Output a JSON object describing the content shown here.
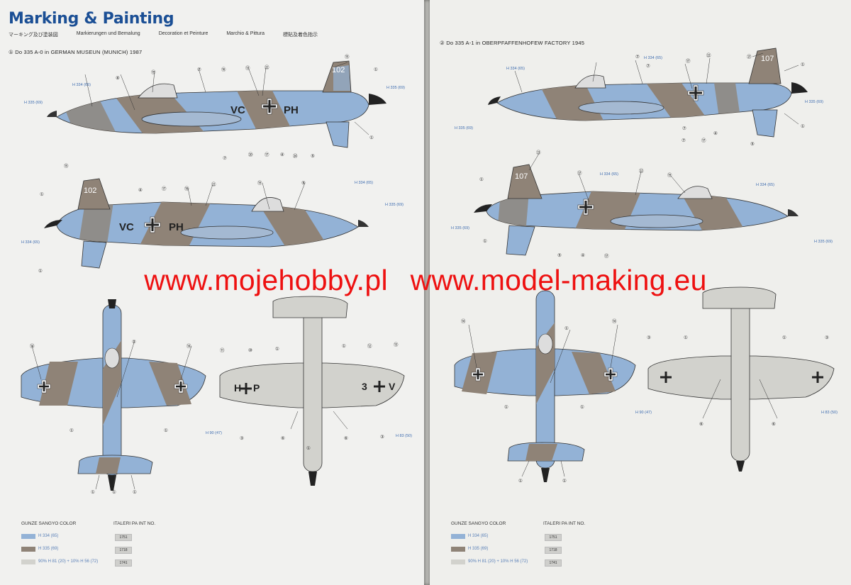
{
  "header": {
    "title": "Marking & Painting",
    "subtitles": [
      "マーキング及び塗装図",
      "Markierungen und Bemalung",
      "Decoration et Peinture",
      "Marchio & Pittura",
      "標貼及着色指示"
    ]
  },
  "schemes": [
    {
      "num": "①",
      "caption": "Do 335 A-0 in GERMAN MUSEUN (MUNICH) 1987",
      "code": "102",
      "fuselage_left": "VC",
      "fuselage_right": "PH"
    },
    {
      "num": "②",
      "caption": "Do 335 A-1 in OBERPFAFFENHOFEW FACTORY 1945",
      "code": "107"
    }
  ],
  "legend": {
    "gunze_header": "GUNZE SANGYO COLOR",
    "italeri_header": "ITALERI PA INT NO.",
    "rows": [
      {
        "gunze": "H 334 (65)",
        "italeri": "1751",
        "color": "#93b2d6"
      },
      {
        "gunze": "H 335 (69)",
        "italeri": "1718",
        "color": "#8f8377"
      },
      {
        "gunze": "90% H 81 (20) + 10% H 56 (72)",
        "italeri": "1741",
        "color": "#d2d2cd"
      }
    ]
  },
  "colors": {
    "rlm65": "#93b2d6",
    "rlm81": "#8f8377",
    "rlm76": "#d2d2cd",
    "title": "#1b4f95",
    "watermark": "#ee1111"
  },
  "watermark": [
    "www.mojehobby.pl",
    "www.model-making.eu"
  ]
}
